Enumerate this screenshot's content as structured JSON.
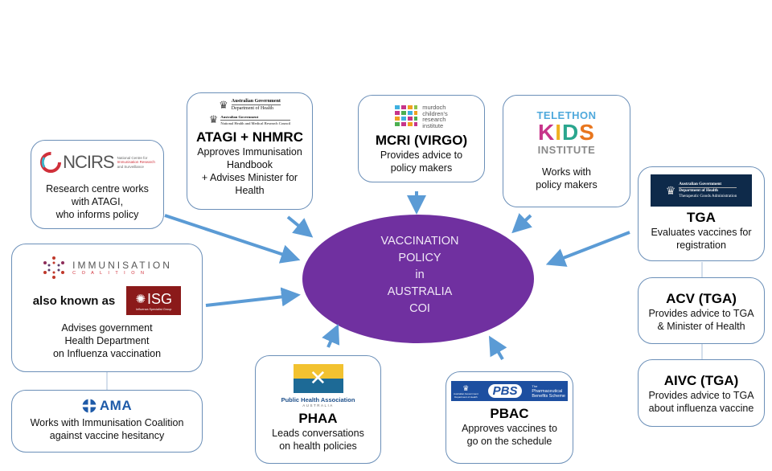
{
  "center": {
    "lines": [
      "VACCINATION",
      "POLICY",
      "in",
      "AUSTRALIA",
      "COI"
    ],
    "color": "#7030a0"
  },
  "arrow_color": "#5b9bd5",
  "nodes": {
    "ncirs": {
      "logo_text": "NCIRS",
      "logo_sub": [
        "National Centre for",
        "Immunisation Research",
        "and Surveillance"
      ],
      "desc": [
        "Research centre works",
        "with ATAGI,",
        "who informs policy"
      ]
    },
    "atagi": {
      "logo_lines_1": [
        "Australian Government",
        "Department of Health"
      ],
      "logo_lines_2": [
        "Australian Government",
        "National Health and Medical Research Council"
      ],
      "title": "ATAGI + NHMRC",
      "desc": [
        "Approves Immunisation",
        "Handbook",
        "+ Advises Minister for",
        "Health"
      ]
    },
    "mcri": {
      "logo_lines": [
        "murdoch",
        "children's",
        "research",
        "institute"
      ],
      "title": "MCRI (VIRGO)",
      "desc": [
        "Provides advice to",
        "policy makers"
      ]
    },
    "telethon": {
      "logo_lines": [
        "TELETHON",
        "KIDS",
        "INSTITUTE"
      ],
      "desc": [
        "Works with",
        "policy makers"
      ]
    },
    "tga": {
      "logo_lines": [
        "Australian Government",
        "Department of Health",
        "Therapeutic Goods Administration"
      ],
      "title": "TGA",
      "desc": [
        "Evaluates vaccines for",
        "registration"
      ]
    },
    "acv": {
      "title": "ACV (TGA)",
      "desc": [
        "Provides advice to TGA",
        "& Minister of Health"
      ]
    },
    "aivc": {
      "title": "AIVC (TGA)",
      "desc": [
        "Provides advice to TGA",
        "about influenza vaccine"
      ]
    },
    "immunisation": {
      "logo_title": "IMMUNISATION",
      "logo_sub": "C O A L I T I O N",
      "aka": "also known as",
      "isg_text": "ISG",
      "isg_sub": "Influenza Specialist Group",
      "desc": [
        "Advises government",
        "Health Department",
        "on Influenza vaccination"
      ]
    },
    "ama": {
      "logo_text": "AMA",
      "desc": [
        "Works with Immunisation Coalition",
        "against vaccine hesitancy"
      ]
    },
    "phaa": {
      "logo_lines": [
        "Public Health Association",
        "AUSTRALIA"
      ],
      "title": "PHAA",
      "desc": [
        "Leads conversations",
        "on health policies"
      ]
    },
    "pbac": {
      "logo_gov": [
        "Australian Government",
        "Department of Health"
      ],
      "logo_text": "PBS",
      "logo_sub": [
        "The",
        "Pharmaceutical",
        "Benefits Scheme"
      ],
      "title": "PBAC",
      "desc": [
        "Approves vaccines to",
        "go on the schedule"
      ]
    }
  }
}
